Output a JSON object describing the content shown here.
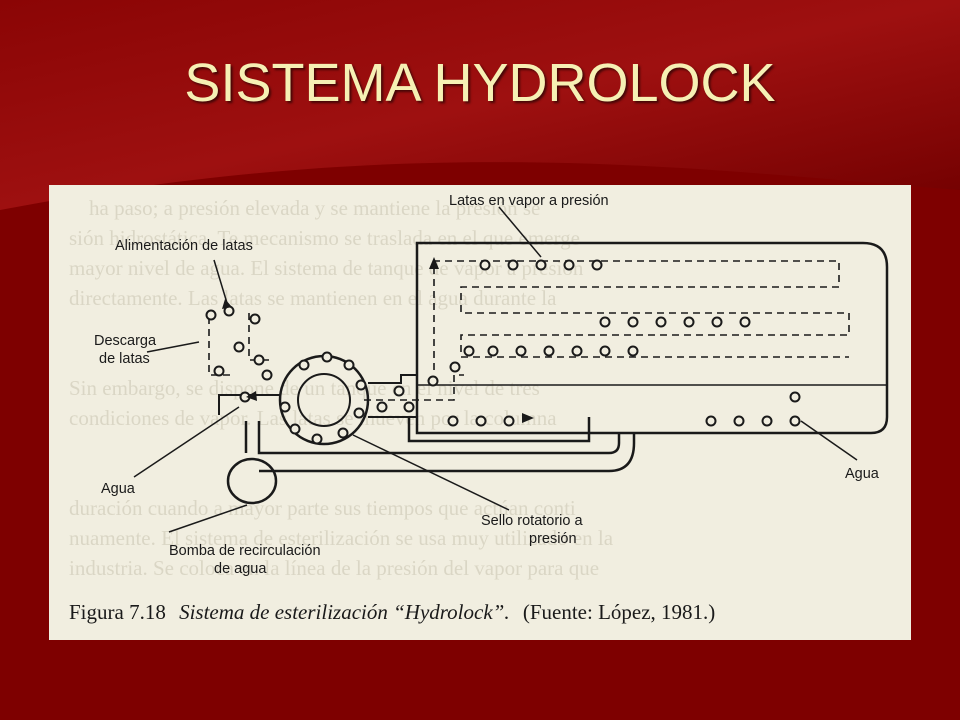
{
  "slide": {
    "title": "SISTEMA HYDROLOCK",
    "colors": {
      "background": "#7e0000",
      "title": "#f6f0b4",
      "paper": "#f1eee0",
      "ink": "#1a1a1a"
    }
  },
  "diagram": {
    "labels": {
      "steam": "Latas en vapor a presión",
      "feed": "Alimentación de latas",
      "discharge_1": "Descarga",
      "discharge_2": "de latas",
      "water_left": "Agua",
      "water_right": "Agua",
      "seal_1": "Sello rotatorio a",
      "seal_2": "presión",
      "pump_1": "Bomba de recirculación",
      "pump_2": "de agua"
    },
    "caption": {
      "prefix": "Figura  7.18",
      "title": "Sistema de esterilización  “Hydrolock”.",
      "source": "(Fuente: López, 1981.)"
    }
  }
}
